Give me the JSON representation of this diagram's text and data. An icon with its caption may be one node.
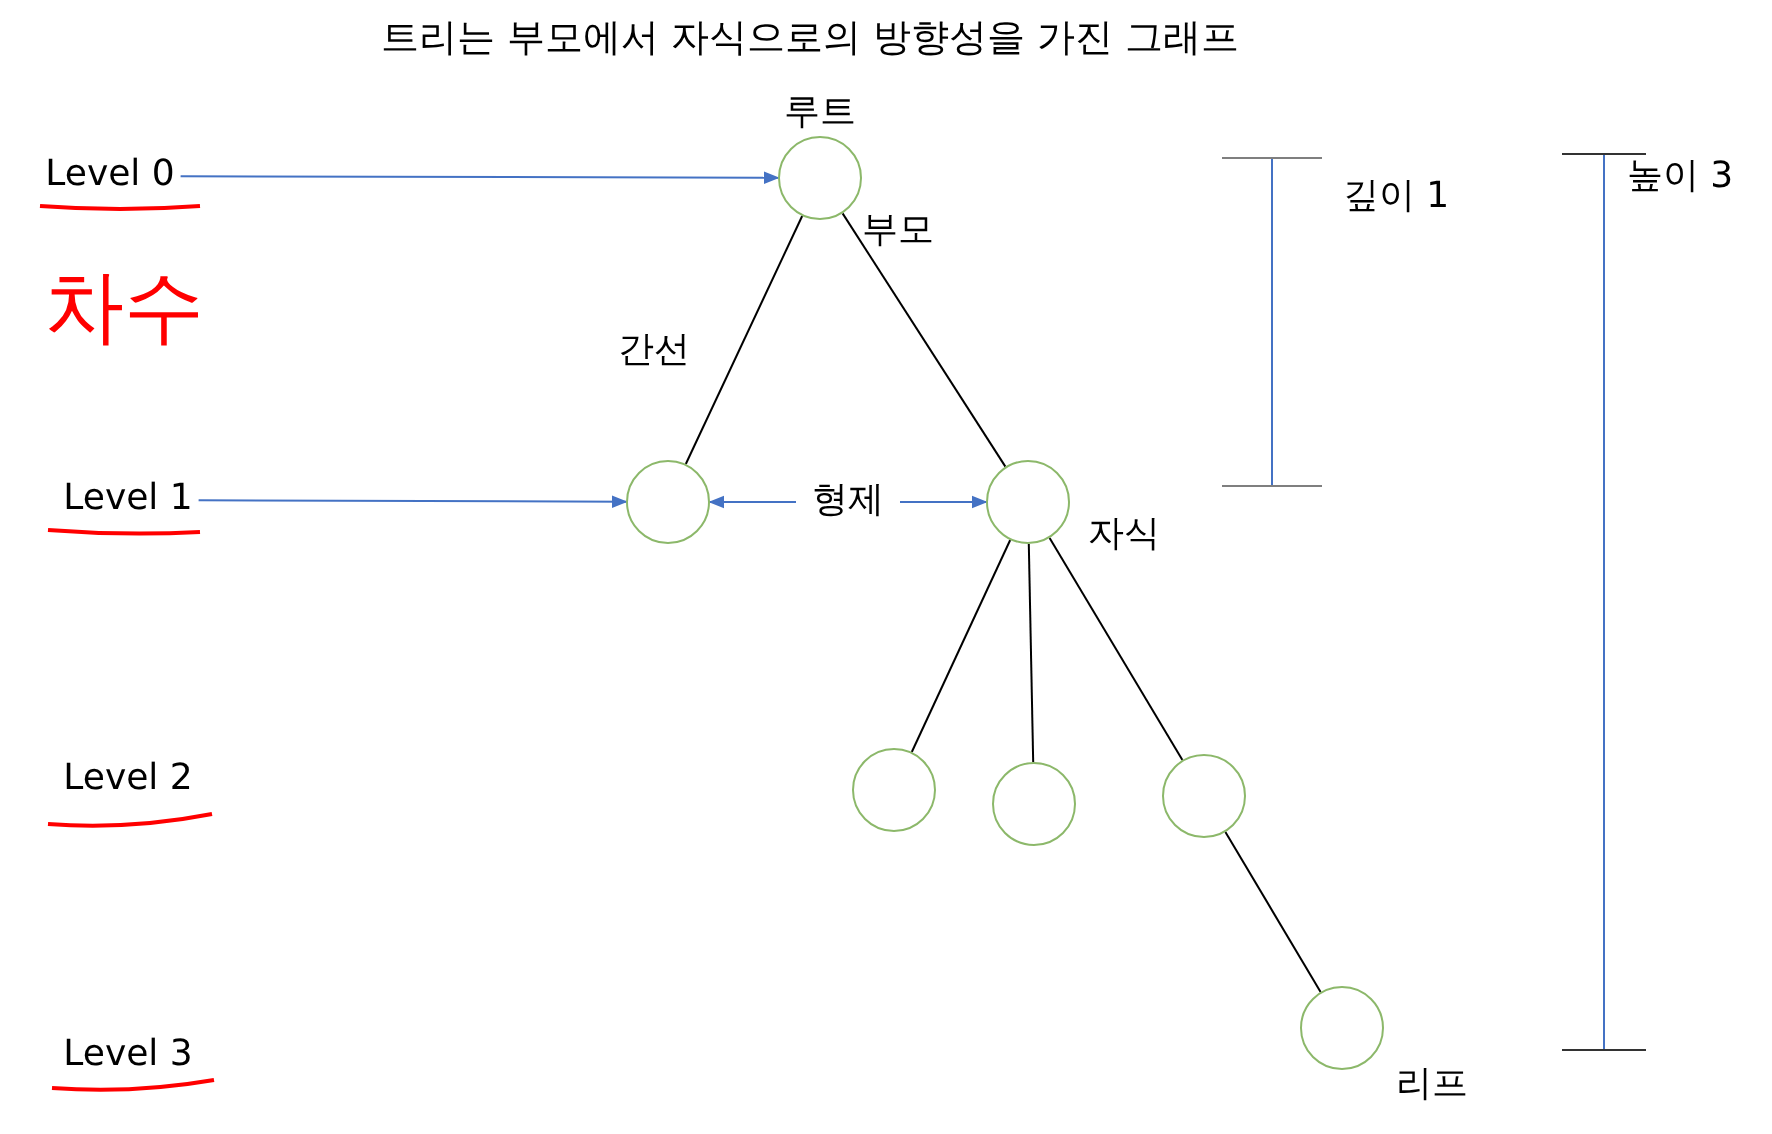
{
  "diagram": {
    "title": "트리는 부모에서 자식으로의 방향성을 가진 그래프",
    "nodes": [
      {
        "text": [
          "Level 0"
        ]
      },
      {
        "text": [],
        "shape": "circle",
        "beside": [
          "루트",
          "부모"
        ]
      },
      {
        "text": [
          "Level 1"
        ]
      },
      {
        "text": [],
        "shape": "circle"
      },
      {
        "text": [],
        "shape": "circle",
        "beside": [
          "자식"
        ]
      },
      {
        "text": [],
        "shape": "circle"
      },
      {
        "text": [],
        "shape": "circle"
      },
      {
        "text": [],
        "shape": "circle"
      },
      {
        "text": [],
        "shape": "circle",
        "beside": [
          "리프"
        ]
      }
    ],
    "edges": [
      {
        "from": 0,
        "to": 1,
        "arrow": "to",
        "color": "#4472c4"
      },
      {
        "from": 2,
        "to": 3,
        "arrow": "to",
        "color": "#4472c4"
      },
      {
        "from": 1,
        "to": 3,
        "arrow": "none",
        "label": "간선"
      },
      {
        "from": 1,
        "to": 4,
        "arrow": "none"
      },
      {
        "from": 3,
        "to": 4,
        "arrow": "both",
        "label": "형제",
        "color": "#4472c4"
      },
      {
        "from": 4,
        "to": 5,
        "arrow": "none"
      },
      {
        "from": 4,
        "to": 6,
        "arrow": "none"
      },
      {
        "from": 4,
        "to": 7,
        "arrow": "none"
      },
      {
        "from": 7,
        "to": 8,
        "arrow": "none"
      }
    ],
    "labels": [
      "Level 2",
      "Level 3",
      "차수",
      "깊이 1",
      "높이 3"
    ]
  }
}
